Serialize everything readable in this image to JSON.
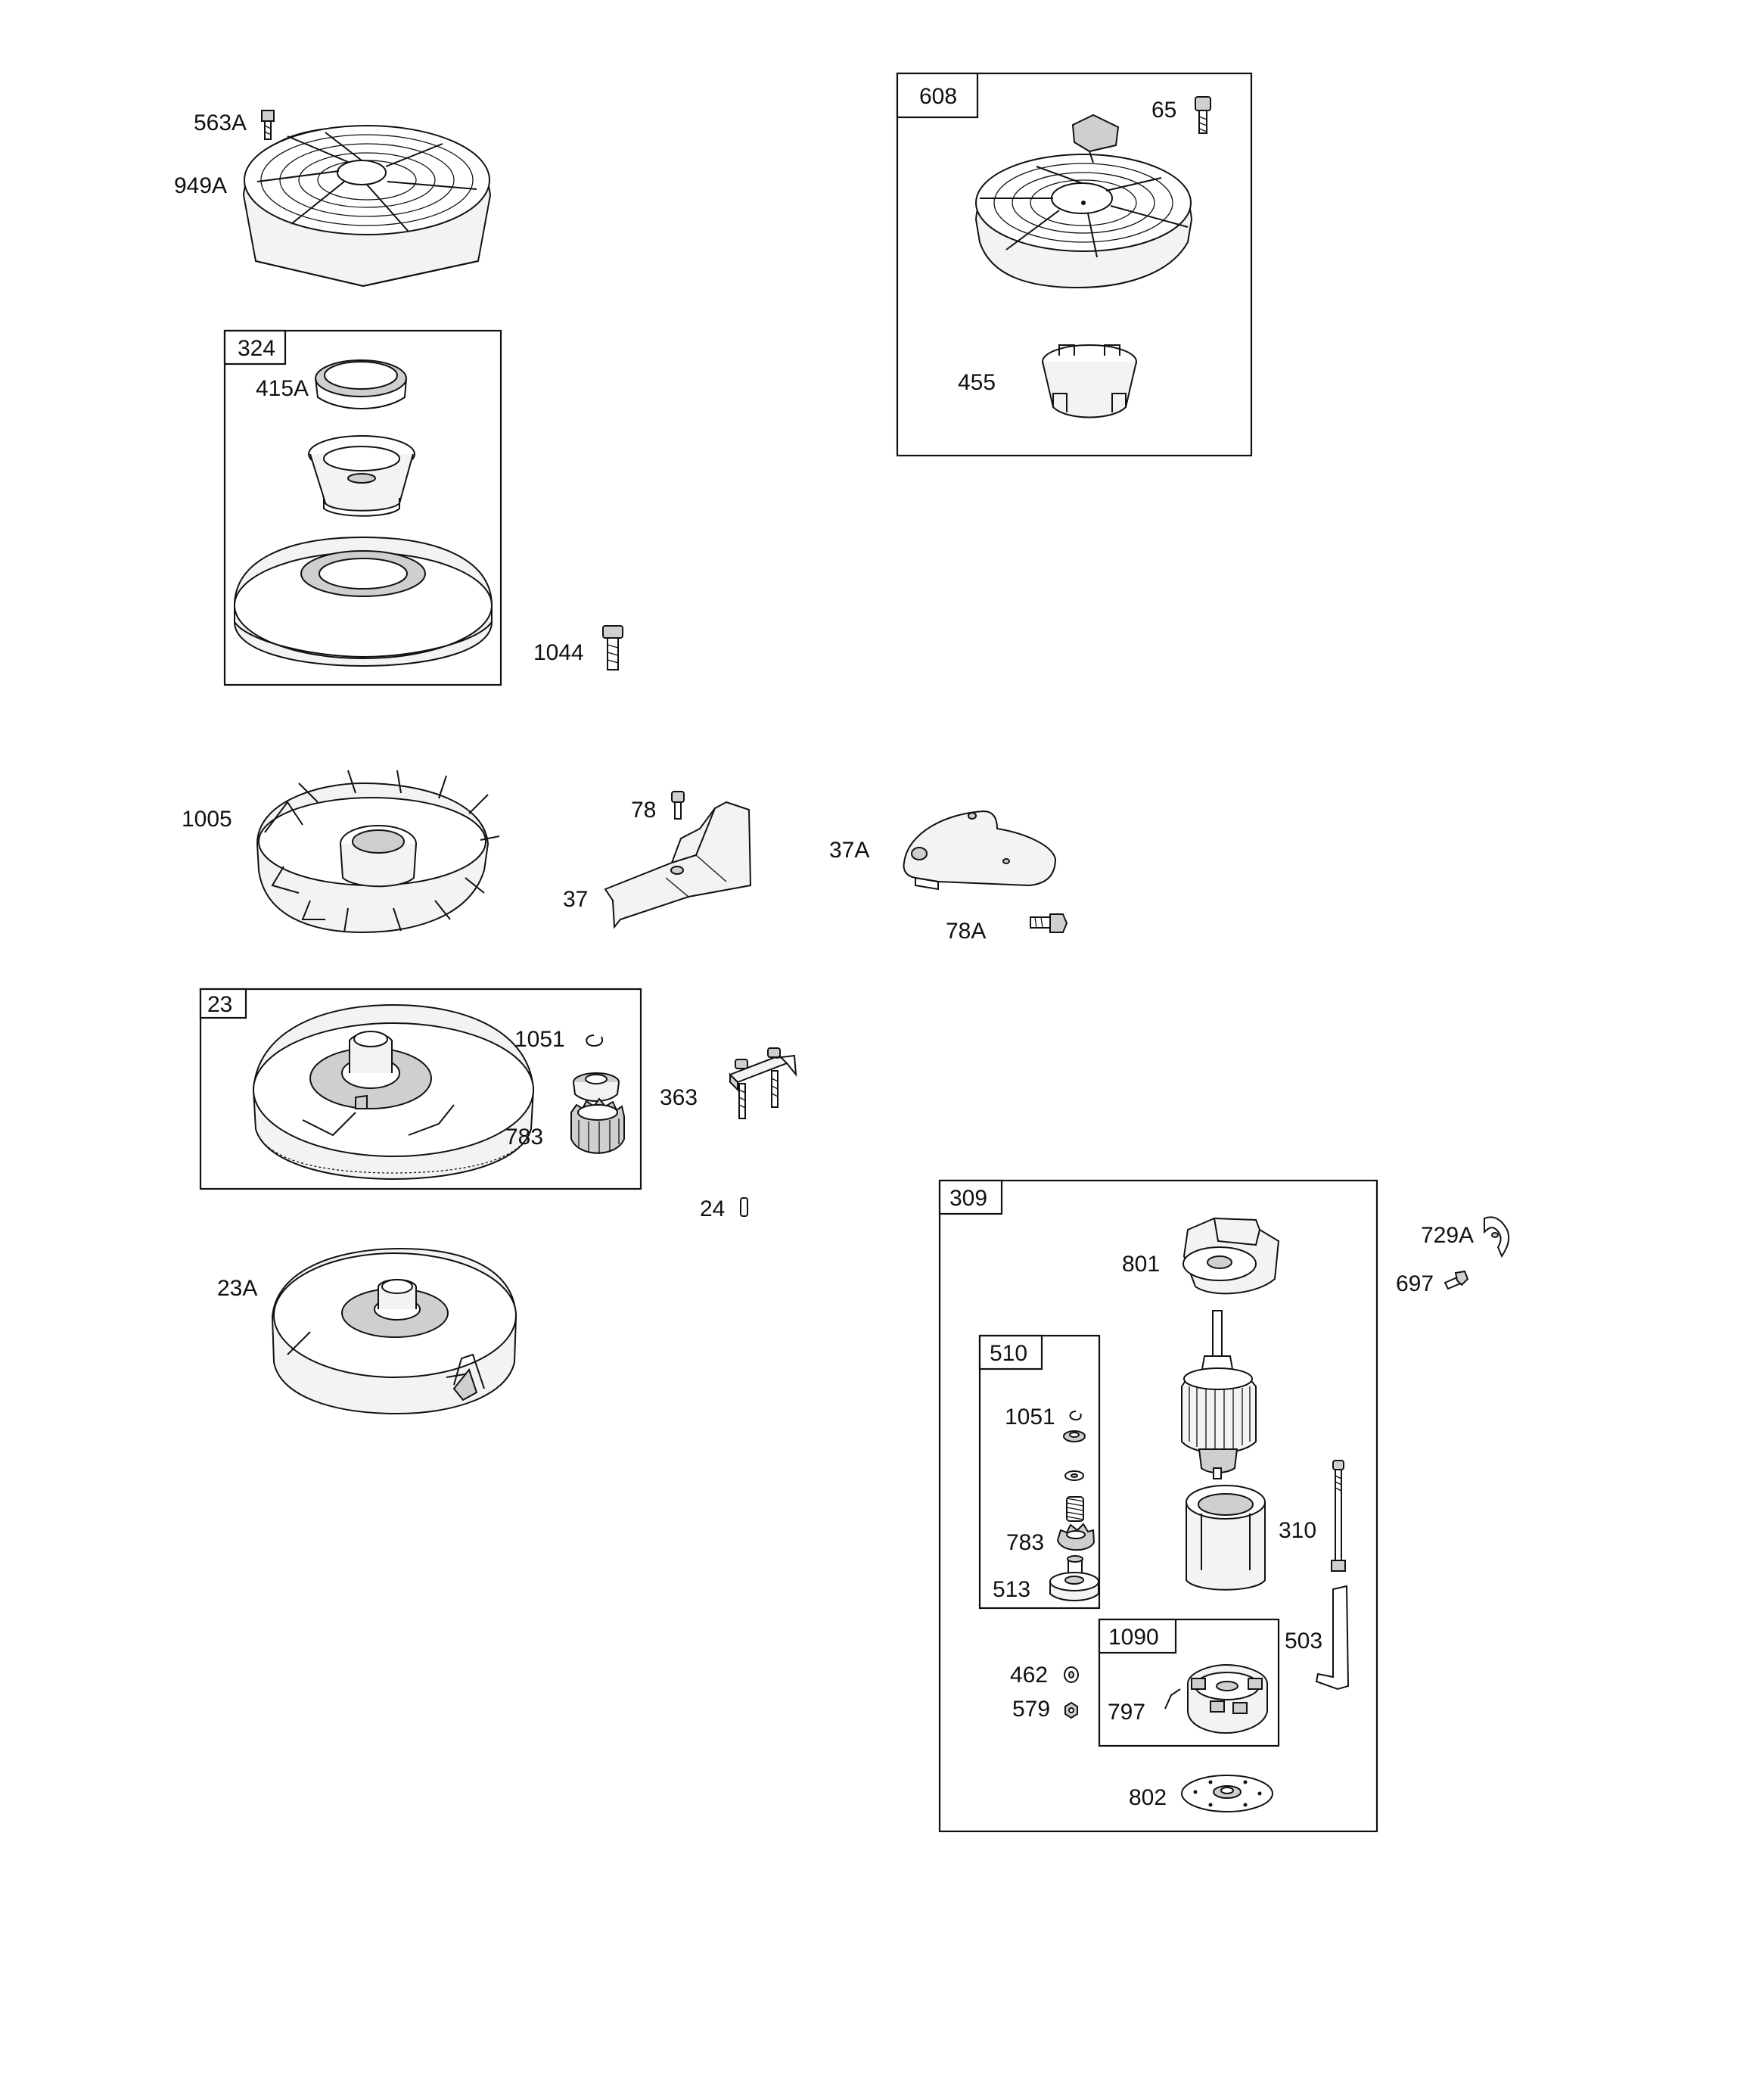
{
  "callouts": {
    "c563A": "563A",
    "c949A": "949A",
    "c324": "324",
    "c415A": "415A",
    "c1044": "1044",
    "c608": "608",
    "c65": "65",
    "c455": "455",
    "c1005": "1005",
    "c78": "78",
    "c37": "37",
    "c37A": "37A",
    "c78A": "78A",
    "c23": "23",
    "c1051a": "1051",
    "c783a": "783",
    "c363": "363",
    "c24": "24",
    "c23A": "23A",
    "c309": "309",
    "c801": "801",
    "c729A": "729A",
    "c697": "697",
    "c510": "510",
    "c1051b": "1051",
    "c783b": "783",
    "c513": "513",
    "c310": "310",
    "c1090": "1090",
    "c503": "503",
    "c462": "462",
    "c579": "579",
    "c797": "797",
    "c802": "802"
  }
}
